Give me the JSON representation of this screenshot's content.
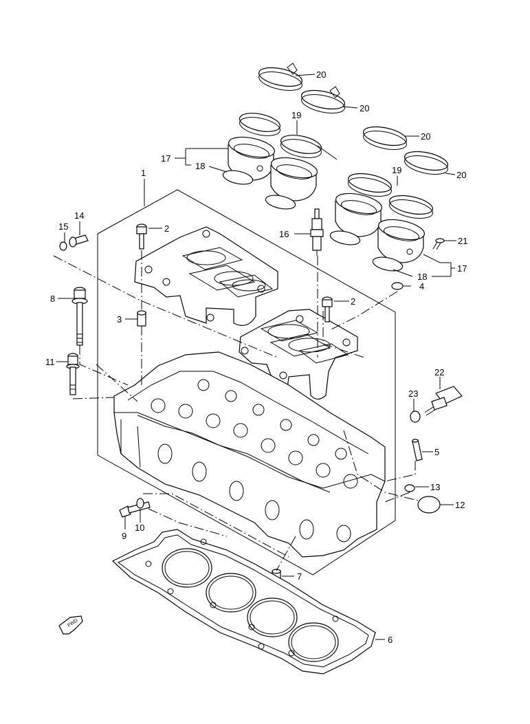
{
  "callouts": {
    "c1": "1",
    "c2a": "2",
    "c2b": "2",
    "c3": "3",
    "c4": "4",
    "c5": "5",
    "c6": "6",
    "c7": "7",
    "c8": "8",
    "c9": "9",
    "c10": "10",
    "c11": "11",
    "c12": "12",
    "c13": "13",
    "c14": "14",
    "c15": "15",
    "c16": "16",
    "c17a": "17",
    "c17b": "17",
    "c18a": "18",
    "c18b": "18",
    "c19a": "19",
    "c19b": "19",
    "c20a": "20",
    "c20b": "20",
    "c20c": "20",
    "c20d": "20",
    "c21": "21",
    "c22": "22",
    "c23": "23"
  },
  "fwd_label": "FWD",
  "icons": {
    "fwd": "fwd-arrow-icon"
  }
}
